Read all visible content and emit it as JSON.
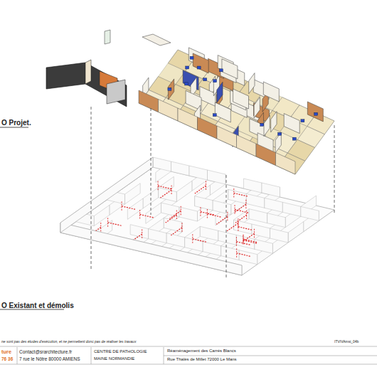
{
  "diagram": {
    "labels": [
      "O Projet.",
      "O Existant et démolis",
      "ne sont pas des études d'exécution, et ne permettent donc pas de réaliser les travaux",
      "ITVIVAmsi_04b",
      "ture",
      "76 36",
      "Contact@srarchitecture.fr",
      "7 rue le Nôtre 80000 AMIENS",
      "CENTRE DE PATHOLOGIE",
      "MAINE NORMANDIE",
      "Réaménagement des Carrés Blancs",
      "Rue Thalès de Millet 72000 Le Mans"
    ]
  }
}
